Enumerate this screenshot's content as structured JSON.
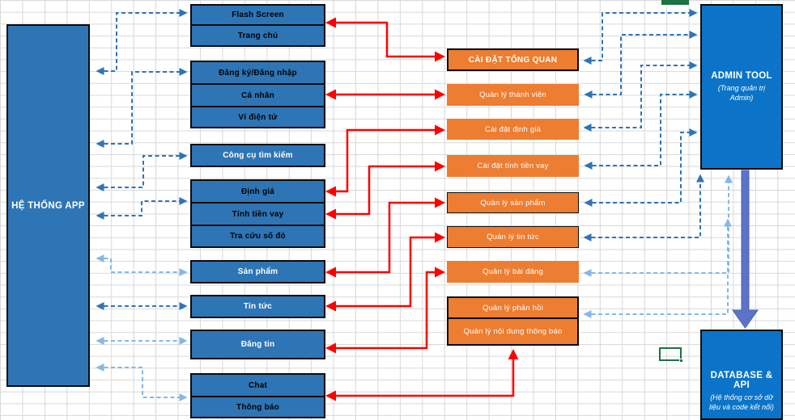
{
  "app": {
    "title": "HỆ THỐNG APP"
  },
  "screens": {
    "flash": "Flash Screen",
    "home": "Trang chủ",
    "auth": "Đăng ký/Đăng nhập",
    "profile": "Cá nhân",
    "wallet": "Ví điện tử",
    "search": "Công cụ tìm kiếm",
    "valuation": "Định giá",
    "loan": "Tính tiền vay",
    "landbook": "Tra cứu số đỏ",
    "products": "Sản phẩm",
    "news": "Tin tức",
    "posting": "Đăng tin",
    "chat": "Chat",
    "notifications": "Thông báo"
  },
  "admin_modules": {
    "general": "CÀI ĐẶT TỔNG QUAN",
    "members": "Quản lý thành viên",
    "valuation": "Cài đặt định giá",
    "loan": "Cài đặt tính tiền vay",
    "products": "Quản lý sản phẩm",
    "news": "Quản lý tin tức",
    "posts": "Quản lý bài đăng",
    "feedback": "Quản lý phản hồi",
    "notifications": "Quản lý nội dung thông báo"
  },
  "admin_tool": {
    "title": "ADMIN TOOL",
    "subtitle": "(Trang quản trị Admin)"
  },
  "database": {
    "title": "DATABASE & API",
    "subtitle": "(Hệ thống cơ sở dữ liệu và code kết nối)"
  },
  "colors": {
    "app_box": "#2E75B6",
    "admin_panel": "#0B74C8",
    "module_box": "#ED7D31",
    "connector_red": "#FE0000",
    "connector_blue": "#2E75B6",
    "connector_blue_light": "#85B8E4",
    "flow_arrow": "#5B74C8",
    "selection_green": "#1E7145",
    "grid_line": "#D8D8D8"
  }
}
